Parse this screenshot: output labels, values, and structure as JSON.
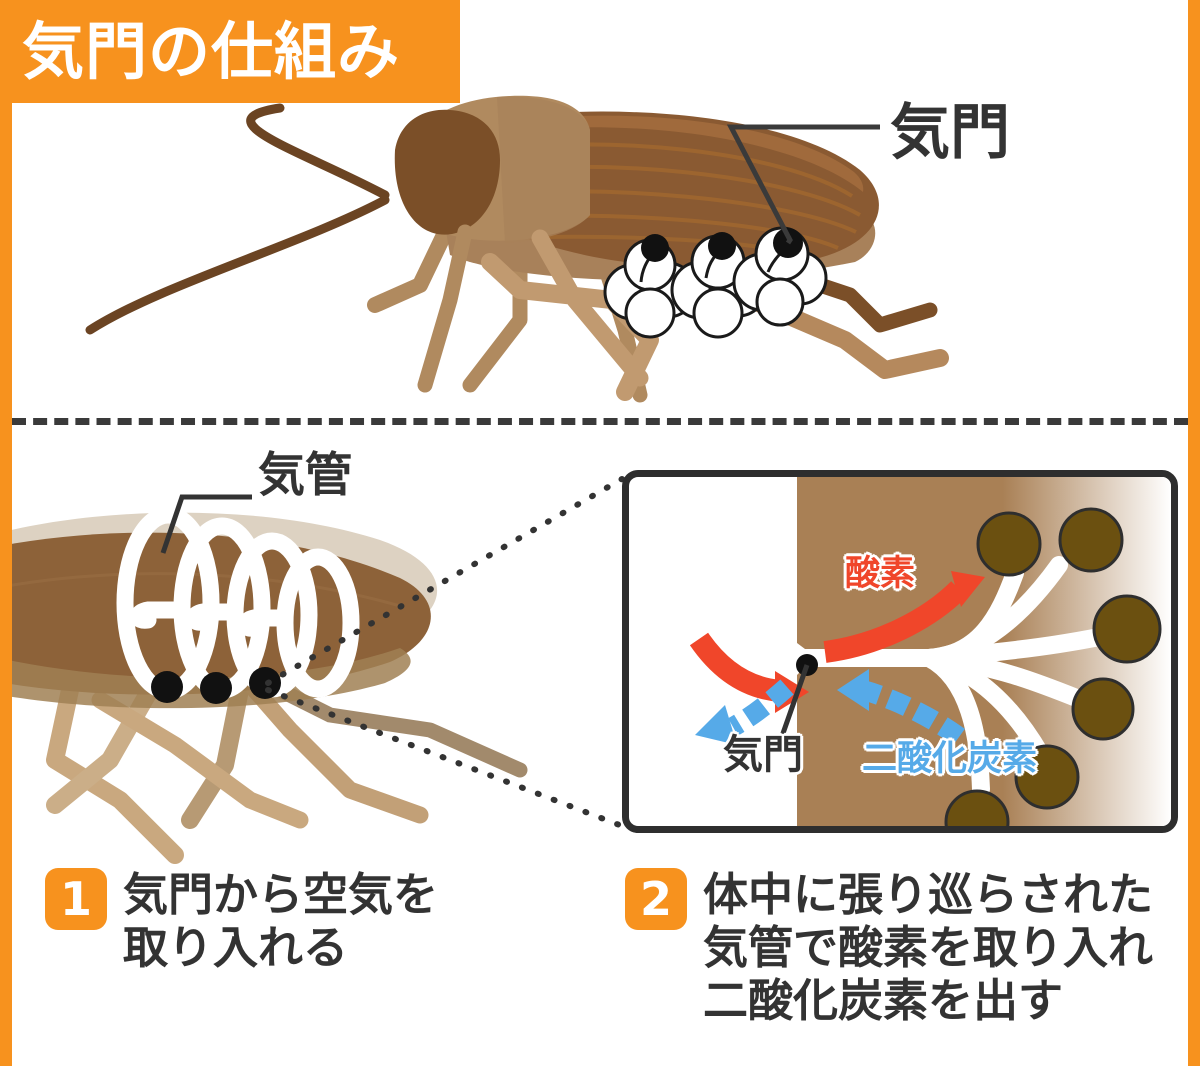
{
  "title": {
    "text": "気門の仕組み",
    "banner_color": "#f7921e",
    "text_color": "#ffffff"
  },
  "frame": {
    "border_color": "#f7921e",
    "divider_style": "dashed",
    "divider_color": "#3a3a3a"
  },
  "top_panel": {
    "label_spiracle": "気門",
    "spiracle_count": 3,
    "description_icons": [
      "spiracle-dot",
      "air-puff-cloud"
    ]
  },
  "bottom_left_panel": {
    "label_trachea": "気管",
    "trachea_loop_count": 4,
    "spiracle_count": 3
  },
  "detail_box": {
    "label_spiracle": "気門",
    "label_oxygen": "酸素",
    "label_carbon_dioxide": "二酸化炭素",
    "oxygen_color": "#f0462a",
    "carbon_dioxide_color": "#56aae8",
    "body_color": "#a98055",
    "cell_color": "#6b5010",
    "cell_count": 6,
    "trachea_color": "#ffffff"
  },
  "steps": [
    {
      "number": "1",
      "text": "気門から空気を\n取り入れる"
    },
    {
      "number": "2",
      "text": "体中に張り巡らされた\n気管で酸素を取り入れ\n二酸化炭素を出す"
    }
  ],
  "palette": {
    "accent_orange": "#f7921e",
    "body_dark_brown": "#7b4f28",
    "body_mid_brown": "#8d6239",
    "body_light_brown": "#a98055",
    "leg_light": "#c7a176",
    "ink": "#333333"
  }
}
